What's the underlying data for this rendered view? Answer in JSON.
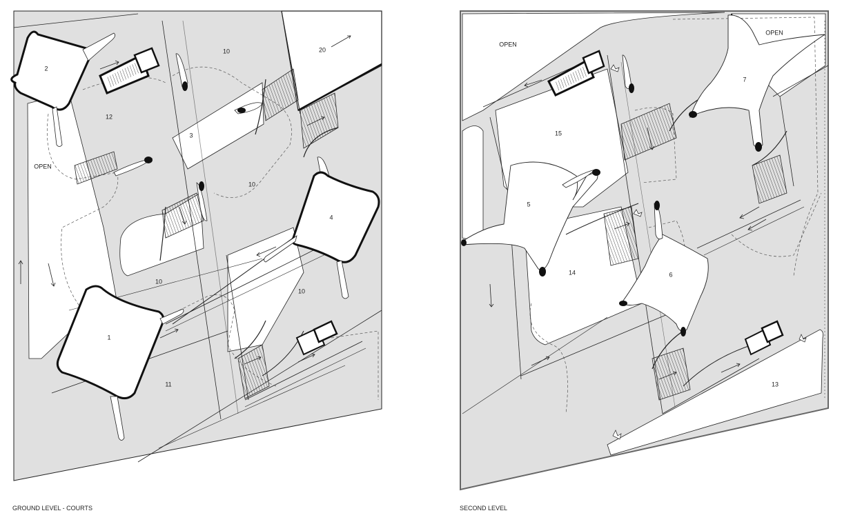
{
  "ground_level": {
    "title": "GROUND LEVEL - COURTS",
    "labels": {
      "l1": "1",
      "l2": "2",
      "l3": "3",
      "l4": "4",
      "l10a": "10",
      "l10b": "10",
      "l10c": "10",
      "l10d": "10",
      "l11": "11",
      "l12": "12",
      "l20": "20",
      "open": "OPEN"
    }
  },
  "second_level": {
    "title": "SECOND LEVEL",
    "labels": {
      "l5": "5",
      "l6": "6",
      "l7": "7",
      "l13": "13",
      "l14": "14",
      "l15": "15",
      "open_left": "OPEN",
      "open_right": "OPEN"
    }
  },
  "colors": {
    "floor": "#e0e0e0",
    "line": "#222222",
    "white": "#ffffff"
  }
}
